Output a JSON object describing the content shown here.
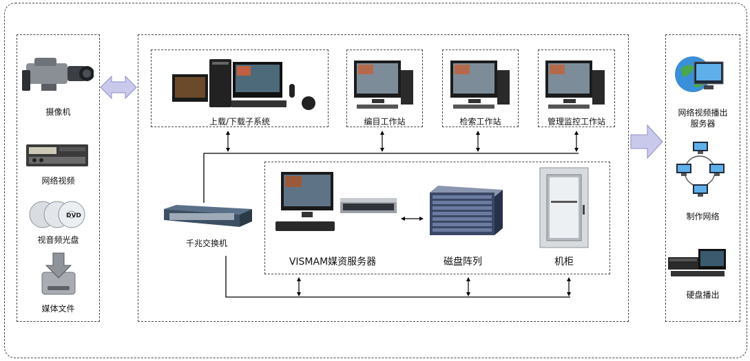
{
  "left_panel": {
    "camera": "摄像机",
    "vtr": "网络视频",
    "disc": "视音频光盘",
    "media_file": "媒体文件"
  },
  "center_panel": {
    "upload": "上载/下载子系统",
    "catalog": "编目工作站",
    "search": "检索工作站",
    "monitor": "管理监控工作站",
    "switch": "千兆交换机",
    "server": "VISMAM媒资服务器",
    "disk_array": "磁盘阵列",
    "cabinet": "机柜"
  },
  "right_panel": {
    "playout_server": "网络视频播出服务器",
    "production_network": "制作网络",
    "disk_playout": "硬盘播出"
  },
  "colors": {
    "arrow_fill": "#c9c9ec",
    "arrow_stroke": "#8e8ec8",
    "line": "#000000",
    "border": "#444444"
  }
}
